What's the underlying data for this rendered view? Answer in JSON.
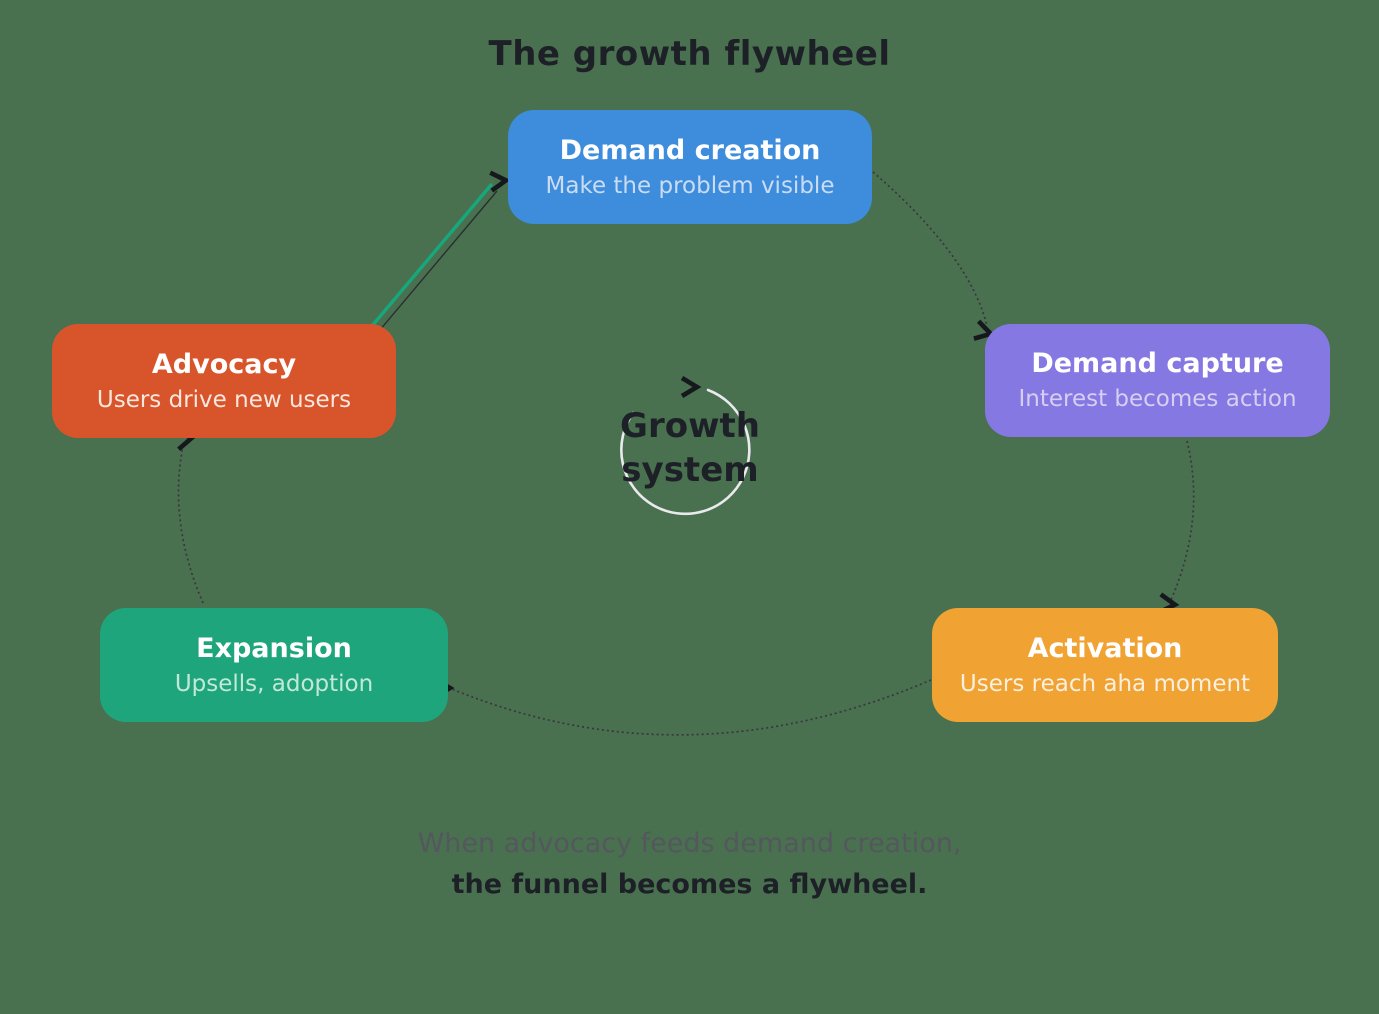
{
  "title": "The growth flywheel",
  "center_label": {
    "line1": "Growth",
    "line2": "system"
  },
  "nodes": [
    {
      "title": "Demand creation",
      "subtitle": "Make the problem visible",
      "color": "#3E8DDD",
      "subtitle_color": "#C9DCF4"
    },
    {
      "title": "Demand capture",
      "subtitle": "Interest becomes action",
      "color": "#8678E2",
      "subtitle_color": "#D5CFF3"
    },
    {
      "title": "Activation",
      "subtitle": "Users reach aha moment",
      "color": "#F0A232",
      "subtitle_color": "#FAF0DF"
    },
    {
      "title": "Expansion",
      "subtitle": "Upsells, adoption",
      "color": "#1FA57C",
      "subtitle_color": "#C2E8D7"
    },
    {
      "title": "Advocacy",
      "subtitle": "Users drive new users",
      "color": "#D8552C",
      "subtitle_color": "#FAE7DE"
    }
  ],
  "caption": {
    "line1": "When advocacy feeds demand creation,",
    "line2": "the funnel becomes a flywheel."
  },
  "colors": {
    "background": "#49714F",
    "heading_text": "#1D2127",
    "muted_text": "#54575D",
    "connector": "#3B3540",
    "arrowhead": "#15181D",
    "accent_loop": "#17A77D",
    "accent_shadow": "#2A2E33",
    "center_ring": "#E9E9EE"
  }
}
